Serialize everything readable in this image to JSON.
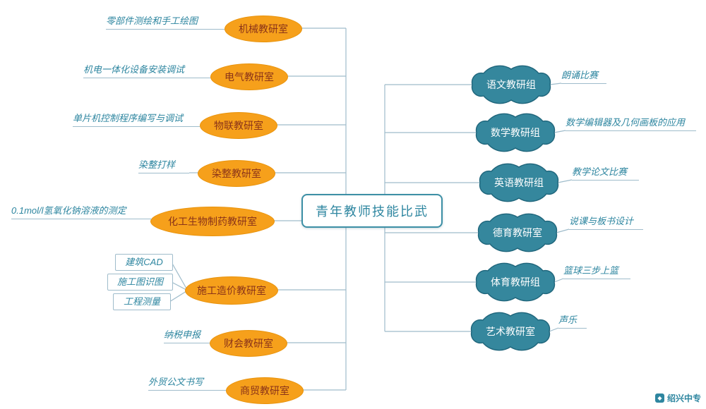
{
  "central": {
    "label": "青年教师技能比武"
  },
  "left_branches": [
    {
      "label": "机械教研室",
      "leaves": [
        "零部件测绘和手工绘图"
      ]
    },
    {
      "label": "电气教研室",
      "leaves": [
        "机电一体化设备安装调试"
      ]
    },
    {
      "label": "物联教研室",
      "leaves": [
        "单片机控制程序编写与调试"
      ]
    },
    {
      "label": "染整教研室",
      "leaves": [
        "染整打样"
      ]
    },
    {
      "label": "化工生物制药教研室",
      "leaves": [
        "0.1mol/l氢氧化钠溶液的测定"
      ]
    },
    {
      "label": "施工造价教研室",
      "leaves": [
        "建筑CAD",
        "施工图识图",
        "工程测量"
      ]
    },
    {
      "label": "财会教研室",
      "leaves": [
        "纳税申报"
      ]
    },
    {
      "label": "商贸教研室",
      "leaves": [
        "外贸公文书写"
      ]
    }
  ],
  "right_branches": [
    {
      "label": "语文教研组",
      "leaves": [
        "朗诵比赛"
      ]
    },
    {
      "label": "数学教研组",
      "leaves": [
        "数学编辑器及几何画板的应用"
      ]
    },
    {
      "label": "英语教研组",
      "leaves": [
        "教学论文比赛"
      ]
    },
    {
      "label": "德育教研室",
      "leaves": [
        "说课与板书设计"
      ]
    },
    {
      "label": "体育教研组",
      "leaves": [
        "篮球三步上篮"
      ]
    },
    {
      "label": "艺术教研室",
      "leaves": [
        "声乐"
      ]
    }
  ],
  "watermark": {
    "label": "绍兴中专"
  },
  "colors": {
    "branch_fill": "#F6A01B",
    "branch_text": "#8A3319",
    "cloud_fill": "#35879D",
    "cloud_stroke": "#1F657B",
    "accent_teal": "#2E86A0",
    "connector": "#9FBCCB"
  }
}
